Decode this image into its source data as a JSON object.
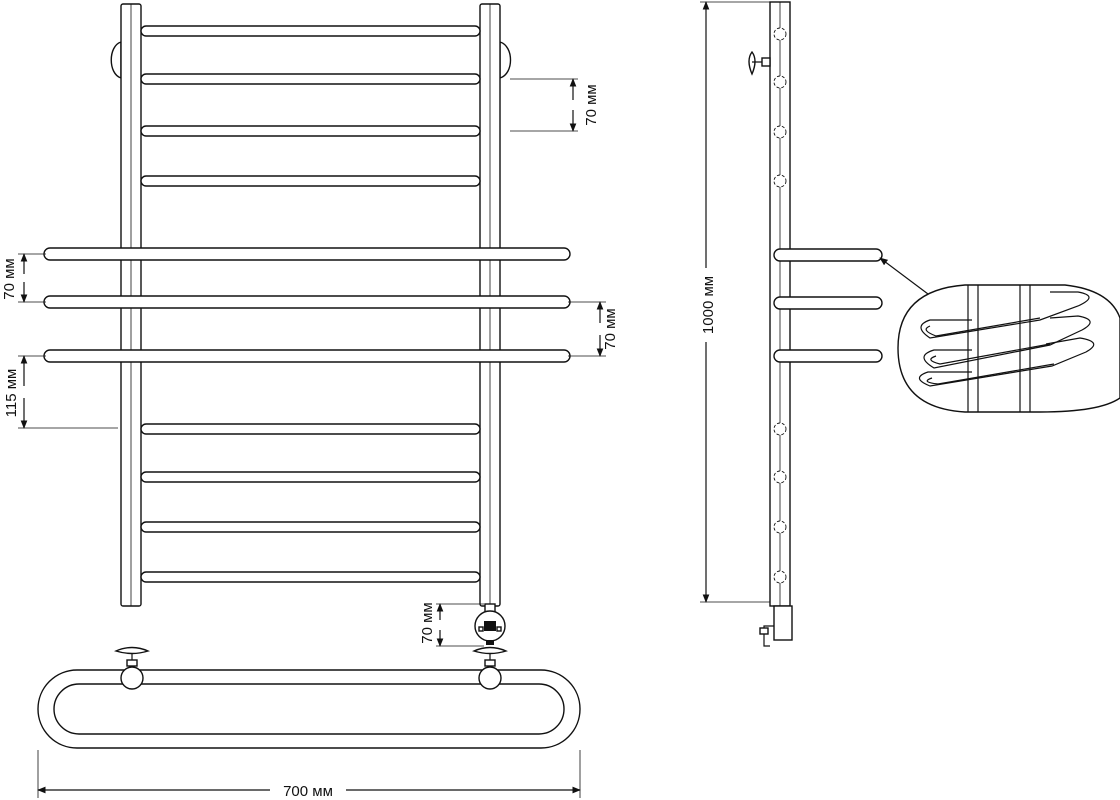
{
  "dimensions": {
    "bar_spacing_top": "70 мм",
    "shelf_spacing_left": "70 мм",
    "shelf_spacing_right": "70 мм",
    "gap_lower": "115 мм",
    "heater_offset": "70 мм",
    "height_total": "1000 мм",
    "width_total": "700 мм"
  },
  "colors": {
    "line": "#111111",
    "background": "#ffffff"
  }
}
